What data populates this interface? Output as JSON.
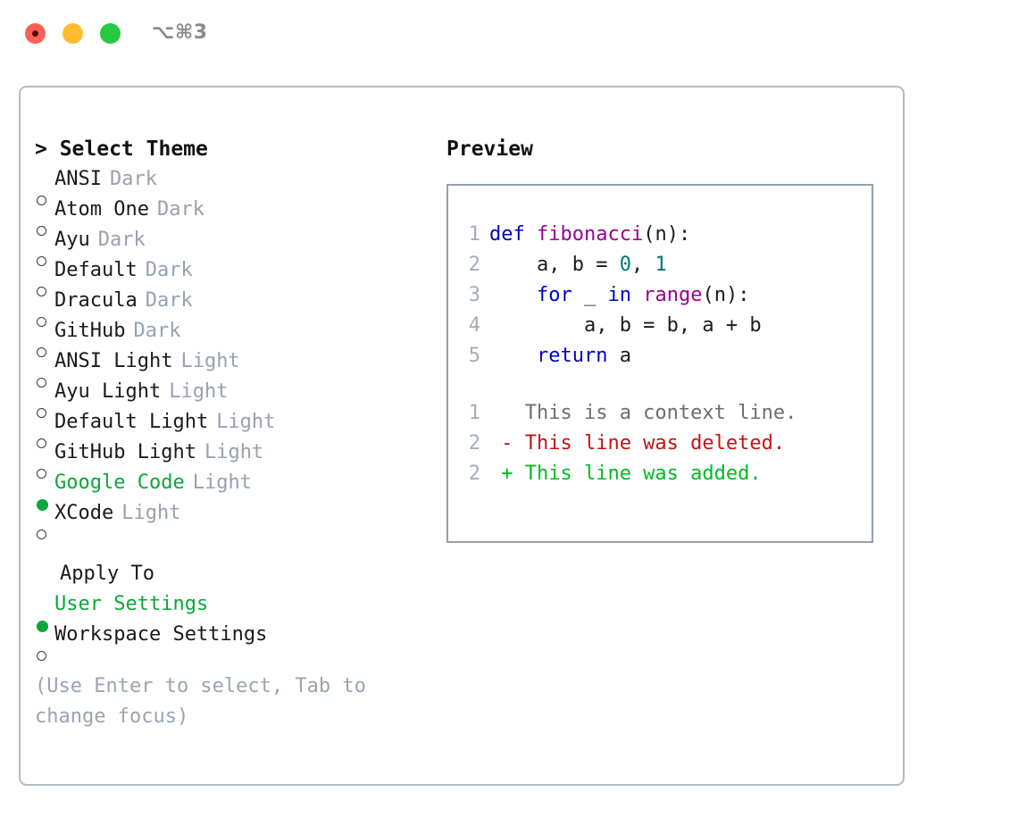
{
  "window": {
    "title_shortcut": "⌥⌘3",
    "traffic_lights": [
      "close-red",
      "minimize-yellow",
      "maximize-green"
    ]
  },
  "theme_selector": {
    "heading": "> Select Theme",
    "options": [
      {
        "name": "ANSI",
        "tag": "Dark",
        "selected": false
      },
      {
        "name": "Atom One",
        "tag": "Dark",
        "selected": false
      },
      {
        "name": "Ayu",
        "tag": "Dark",
        "selected": false
      },
      {
        "name": "Default",
        "tag": "Dark",
        "selected": false
      },
      {
        "name": "Dracula",
        "tag": "Dark",
        "selected": false
      },
      {
        "name": "GitHub",
        "tag": "Dark",
        "selected": false
      },
      {
        "name": "ANSI Light",
        "tag": "Light",
        "selected": false
      },
      {
        "name": "Ayu Light",
        "tag": "Light",
        "selected": false
      },
      {
        "name": "Default Light",
        "tag": "Light",
        "selected": false
      },
      {
        "name": "GitHub Light",
        "tag": "Light",
        "selected": false
      },
      {
        "name": "Google Code",
        "tag": "Light",
        "selected": true
      },
      {
        "name": "XCode",
        "tag": "Light",
        "selected": false
      }
    ]
  },
  "apply_to": {
    "heading": "Apply To",
    "options": [
      {
        "name": "User Settings",
        "selected": true
      },
      {
        "name": "Workspace Settings",
        "selected": false
      }
    ]
  },
  "hint": "(Use Enter to select, Tab to change focus)",
  "preview": {
    "heading": "Preview",
    "code_lines": [
      {
        "num": "1",
        "tokens": [
          {
            "t": "def ",
            "c": "kw"
          },
          {
            "t": "fibonacci",
            "c": "fn"
          },
          {
            "t": "(n):",
            "c": "punc"
          }
        ]
      },
      {
        "num": "2",
        "tokens": [
          {
            "t": "    a, b = ",
            "c": "punc"
          },
          {
            "t": "0",
            "c": "num"
          },
          {
            "t": ", ",
            "c": "punc"
          },
          {
            "t": "1",
            "c": "num"
          }
        ]
      },
      {
        "num": "3",
        "tokens": [
          {
            "t": "    ",
            "c": "punc"
          },
          {
            "t": "for",
            "c": "kw"
          },
          {
            "t": " _ ",
            "c": "punc"
          },
          {
            "t": "in",
            "c": "kw"
          },
          {
            "t": " ",
            "c": "punc"
          },
          {
            "t": "range",
            "c": "fn"
          },
          {
            "t": "(n):",
            "c": "punc"
          }
        ]
      },
      {
        "num": "4",
        "tokens": [
          {
            "t": "        a, b = b, a + b",
            "c": "punc"
          }
        ]
      },
      {
        "num": "5",
        "tokens": [
          {
            "t": "    ",
            "c": "punc"
          },
          {
            "t": "return",
            "c": "kw"
          },
          {
            "t": " a",
            "c": "punc"
          }
        ]
      }
    ],
    "diff_lines": [
      {
        "num": "1",
        "marker": "  ",
        "text": "This is a context line.",
        "kind": "ctx"
      },
      {
        "num": "2",
        "marker": "- ",
        "text": "This line was deleted.",
        "kind": "del"
      },
      {
        "num": "2",
        "marker": "+ ",
        "text": "This line was added.",
        "kind": "add"
      }
    ]
  },
  "colors": {
    "accent_green": "#0aa83c",
    "tag_gray": "#97a2b1",
    "panel_border": "#b2bac6",
    "preview_border": "#94a0b0",
    "keyword": "#0000c4",
    "function": "#9b0090",
    "number": "#007474",
    "diff_deleted": "#c61212",
    "diff_added": "#00bb22",
    "diff_context": "#6e6e6e"
  }
}
